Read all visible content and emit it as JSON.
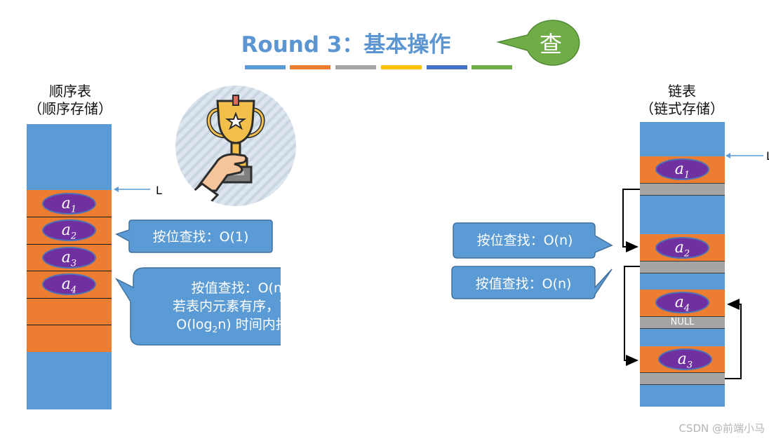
{
  "title": {
    "text": "Round 3：基本操作",
    "badge": "查"
  },
  "divider_colors": [
    "#5b9bd5",
    "#ed7d31",
    "#a5a5a5",
    "#ffc000",
    "#4472c4",
    "#70ad47"
  ],
  "left": {
    "heading": "顺序表",
    "subheading": "（顺序存储）",
    "pointer": "L",
    "elements": [
      {
        "sym": "a",
        "sub": "1"
      },
      {
        "sym": "a",
        "sub": "2"
      },
      {
        "sym": "a",
        "sub": "3"
      },
      {
        "sym": "a",
        "sub": "4"
      }
    ],
    "callout_position": "按位查找：O(1)",
    "callout_value": {
      "line1": "按值查找：O(n)",
      "line2": "若表内元素有序，可在",
      "line3_pre": "O(log",
      "line3_sub": "2",
      "line3_post": "n) 时间内找到"
    }
  },
  "right": {
    "heading": "链表",
    "subheading": "（链式存储）",
    "pointer": "L",
    "nodes": [
      {
        "sym": "a",
        "sub": "1"
      },
      {
        "sym": "a",
        "sub": "2"
      },
      {
        "sym": "a",
        "sub": "4"
      },
      {
        "sym": "a",
        "sub": "3"
      }
    ],
    "null_label": "NULL",
    "callout_position": "按位查找：O(n)",
    "callout_value": "按值查找：O(n)"
  },
  "icons": [
    "trophy-icon"
  ],
  "footer": "CSDN @前端小马"
}
